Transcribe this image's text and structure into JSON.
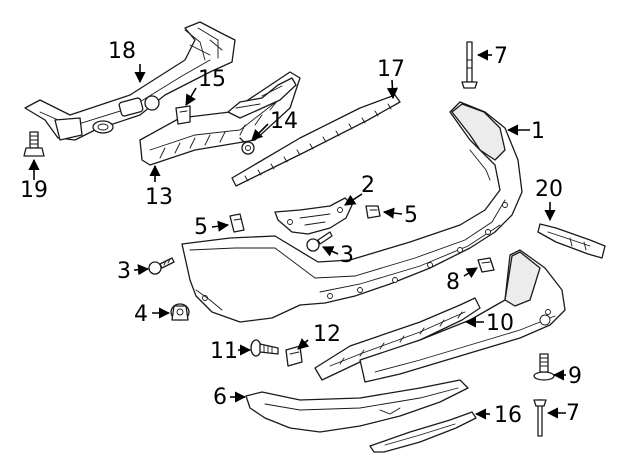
{
  "callouts": [
    {
      "id": "c1",
      "text": "1"
    },
    {
      "id": "c2",
      "text": "2"
    },
    {
      "id": "c3a",
      "text": "3"
    },
    {
      "id": "c3b",
      "text": "3"
    },
    {
      "id": "c4",
      "text": "4"
    },
    {
      "id": "c5a",
      "text": "5"
    },
    {
      "id": "c5b",
      "text": "5"
    },
    {
      "id": "c6",
      "text": "6"
    },
    {
      "id": "c7a",
      "text": "7"
    },
    {
      "id": "c7b",
      "text": "7"
    },
    {
      "id": "c8",
      "text": "8"
    },
    {
      "id": "c9",
      "text": "9"
    },
    {
      "id": "c10",
      "text": "10"
    },
    {
      "id": "c11",
      "text": "11"
    },
    {
      "id": "c12",
      "text": "12"
    },
    {
      "id": "c13",
      "text": "13"
    },
    {
      "id": "c14",
      "text": "14"
    },
    {
      "id": "c15",
      "text": "15"
    },
    {
      "id": "c16",
      "text": "16"
    },
    {
      "id": "c17",
      "text": "17"
    },
    {
      "id": "c18",
      "text": "18"
    },
    {
      "id": "c19",
      "text": "19"
    },
    {
      "id": "c20",
      "text": "20"
    }
  ],
  "colors": {
    "line": "#1a1a1a",
    "background": "#ffffff"
  }
}
